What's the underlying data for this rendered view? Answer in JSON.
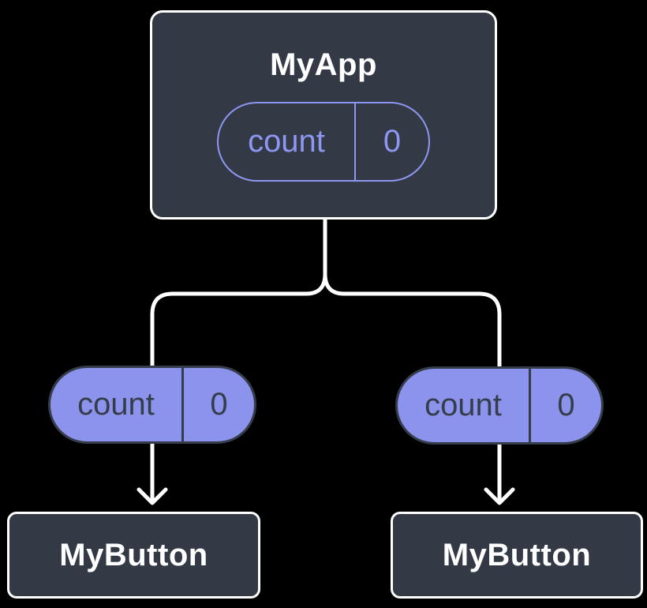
{
  "diagram": {
    "parent": {
      "title": "MyApp",
      "state": {
        "name": "count",
        "value": "0"
      }
    },
    "props": [
      {
        "name": "count",
        "value": "0"
      },
      {
        "name": "count",
        "value": "0"
      }
    ],
    "children": [
      {
        "title": "MyButton"
      },
      {
        "title": "MyButton"
      }
    ],
    "colors": {
      "background": "#000000",
      "node_fill": "#333A46",
      "node_border": "#FFFFFF",
      "node_title_text": "#FFFFFF",
      "prop_pill_fill": "#8B93EC",
      "prop_pill_border": "#363D4A",
      "prop_pill_text": "#363D4A",
      "state_pill_outline": "#8D96F0",
      "state_pill_text": "#8D96F0",
      "connector_line": "#FFFFFF"
    }
  }
}
